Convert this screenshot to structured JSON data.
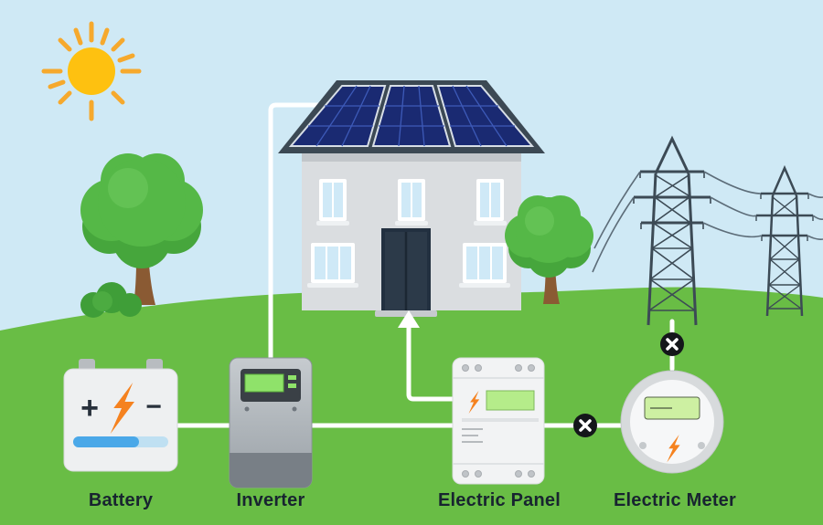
{
  "components": [
    {
      "id": "battery",
      "label": "Battery"
    },
    {
      "id": "inverter",
      "label": "Inverter"
    },
    {
      "id": "electric-panel",
      "label": "Electric Panel"
    },
    {
      "id": "electric-meter",
      "label": "Electric Meter"
    }
  ],
  "battery_symbols": {
    "plus": "+",
    "minus": "−"
  },
  "connections": [
    {
      "from": "solar-panels",
      "to": "inverter",
      "status": "connected"
    },
    {
      "from": "battery",
      "to": "inverter",
      "status": "connected"
    },
    {
      "from": "inverter",
      "to": "electric-panel",
      "status": "connected"
    },
    {
      "from": "electric-panel",
      "to": "house",
      "status": "connected"
    },
    {
      "from": "electric-panel",
      "to": "electric-meter",
      "status": "disconnected"
    },
    {
      "from": "electric-meter",
      "to": "utility-grid",
      "status": "disconnected"
    }
  ],
  "colors": {
    "sky": "#cfe9f5",
    "grass": "#69bd45",
    "sun": "#fec110",
    "sun_rays": "#f6a92d",
    "tree_foliage": "#55b847",
    "tree_foliage_dark": "#46a63c",
    "tree_trunk": "#8a5a33",
    "roof": "#3c4954",
    "solar_panel": "#1a2a72",
    "house_wall": "#dadde0",
    "door": "#2c3a49",
    "connection_line": "#ffffff",
    "lightning_bolt": "#f5821f",
    "lcd_display": "#b5ec8a",
    "battery_charge_bar": "#4aa8e8",
    "disconnect_badge": "#14171a",
    "tower": "#3c4a55",
    "label_text": "#182430"
  }
}
